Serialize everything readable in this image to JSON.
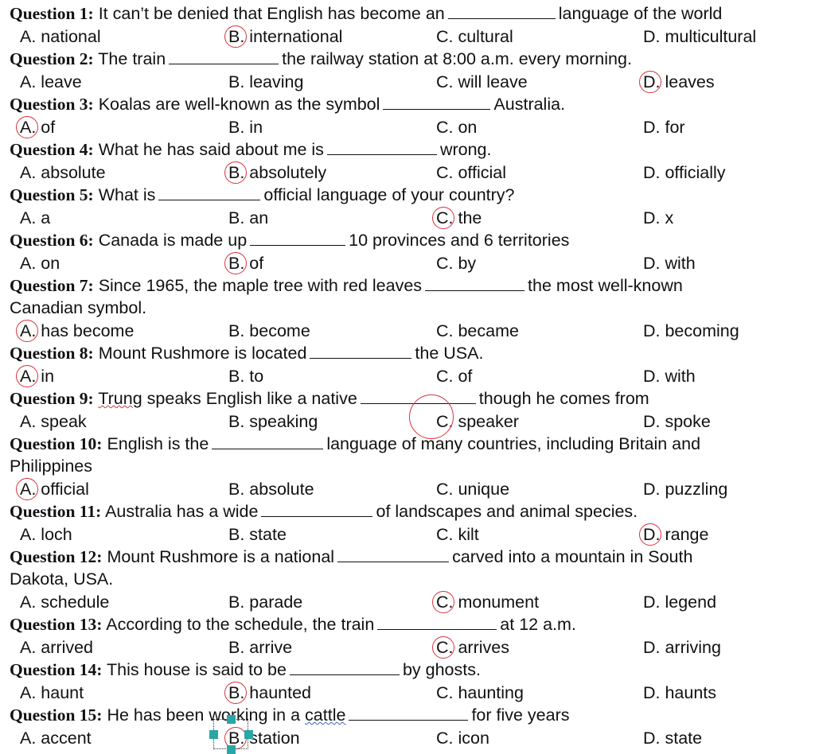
{
  "questions": [
    {
      "label": "Question 1:",
      "parts": [
        "It can’t be denied that English has become an",
        "language of the world"
      ],
      "options": [
        "A. national",
        "B. international",
        "C. cultural",
        "D. multicultural"
      ],
      "circled": 1
    },
    {
      "label": "Question 2:",
      "parts": [
        "The train",
        "the railway station at 8:00 a.m. every morning."
      ],
      "options": [
        "A. leave",
        "B. leaving",
        "C. will leave",
        "D. leaves"
      ],
      "circled": 3
    },
    {
      "label": "Question 3:",
      "parts": [
        "Koalas are well-known as the symbol",
        "Australia."
      ],
      "options": [
        "A. of",
        "B. in",
        "C. on",
        "D. for"
      ],
      "circled": 0
    },
    {
      "label": "Question 4:",
      "parts": [
        "What he has said about me is",
        "wrong."
      ],
      "options": [
        "A. absolute",
        "B. absolutely",
        "C. official",
        "D. officially"
      ],
      "circled": 1
    },
    {
      "label": "Question 5:",
      "parts": [
        "What is",
        "official language of your country?"
      ],
      "options": [
        "A. a",
        "B. an",
        "C. the",
        "D. x"
      ],
      "circled": 2
    },
    {
      "label": "Question 6:",
      "parts": [
        "Canada is made up",
        "10 provinces and 6 territories"
      ],
      "options": [
        "A. on",
        "B. of",
        "C. by",
        "D. with"
      ],
      "circled": 1
    },
    {
      "label": "Question 7:",
      "parts": [
        "Since 1965, the maple tree with red leaves",
        "the most well-known"
      ],
      "cont": "Canadian symbol.",
      "options": [
        "A. has become",
        "B. become",
        "C. became",
        "D. becoming"
      ],
      "circled": 0
    },
    {
      "label": "Question 8:",
      "parts": [
        "Mount Rushmore is located",
        "the USA."
      ],
      "options": [
        "A. in",
        "B. to",
        "C. of",
        "D. with"
      ],
      "circled": 0
    },
    {
      "label": "Question 9:",
      "parts": [
        "Trung speaks English like a native",
        "though he comes from"
      ],
      "options": [
        "A. speak",
        "B. speaking",
        "C. speaker",
        "D. spoke"
      ],
      "circled": 2
    },
    {
      "label": "Question 10:",
      "parts": [
        "English is the",
        "language of many countries, including Britain and"
      ],
      "cont": "Philippines",
      "options": [
        "A. official",
        "B. absolute",
        "C. unique",
        "D. puzzling"
      ],
      "circled": 0
    },
    {
      "label": "Question 11:",
      "parts": [
        "Australia has a wide",
        "of landscapes and animal species."
      ],
      "options": [
        "A. loch",
        "B. state",
        "C. kilt",
        "D. range"
      ],
      "circled": 3
    },
    {
      "label": "Question 12:",
      "parts": [
        "Mount Rushmore is a national",
        "carved into a mountain in South"
      ],
      "cont": "Dakota, USA.",
      "options": [
        "A. schedule",
        "B. parade",
        "C. monument",
        "D. legend"
      ],
      "circled": 2
    },
    {
      "label": "Question 13:",
      "parts": [
        "According to the schedule, the train",
        "at 12 a.m."
      ],
      "options": [
        "A. arrived",
        "B. arrive",
        "C. arrives",
        "D. arriving"
      ],
      "circled": 2
    },
    {
      "label": "Question 14:",
      "parts": [
        "This house is said to be",
        "by ghosts."
      ],
      "options": [
        "A. haunt",
        "B. haunted",
        "C. haunting",
        "D. haunts"
      ],
      "circled": 1
    },
    {
      "label": "Question 15:",
      "parts": [
        "He has been working in a cattle",
        "for five years"
      ],
      "options": [
        "A. accent",
        "B. station",
        "C. icon",
        "D. state"
      ],
      "circled": 1
    }
  ]
}
